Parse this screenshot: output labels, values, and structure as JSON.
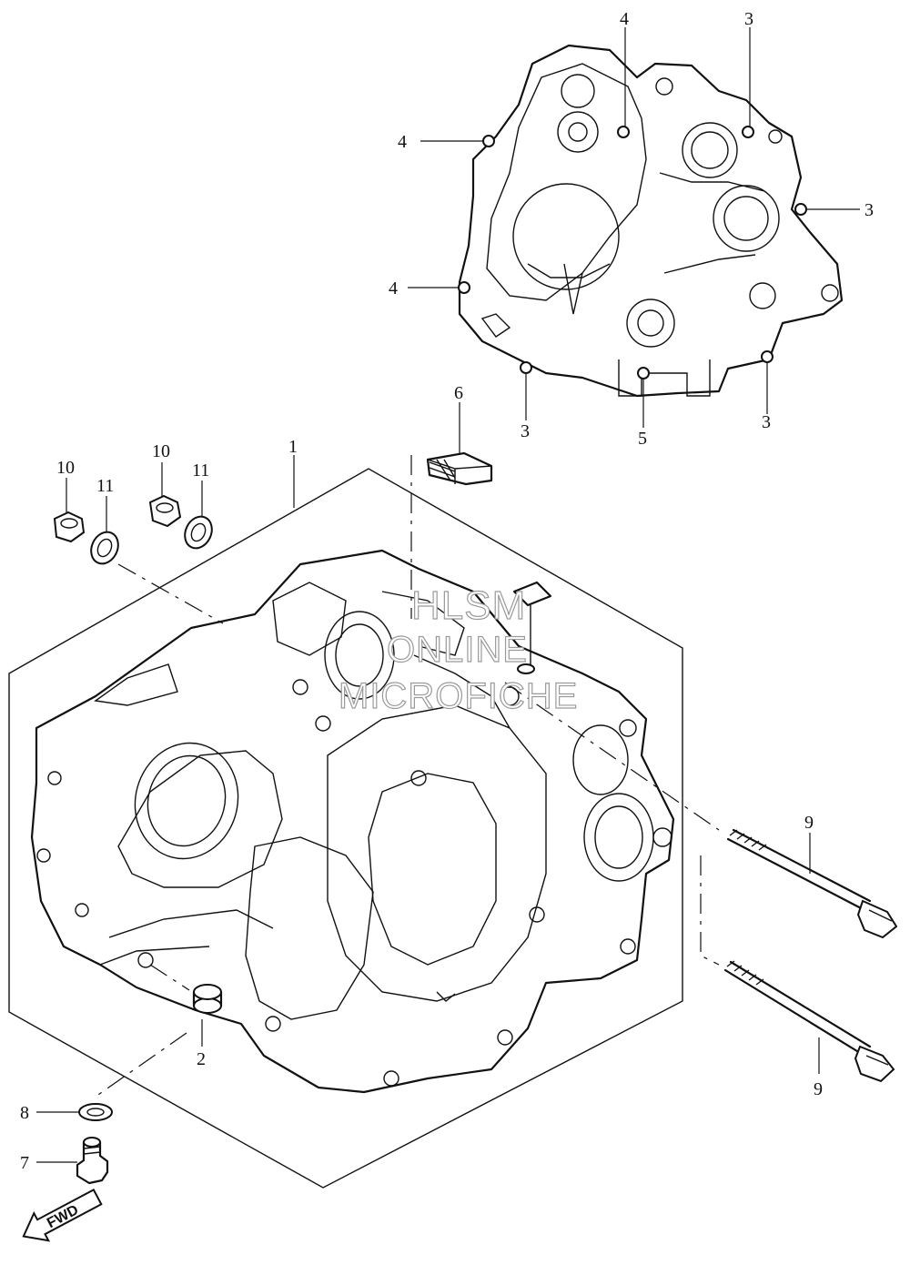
{
  "callouts": {
    "c1": "1",
    "c2": "2",
    "c3a": "3",
    "c3b": "3",
    "c3c": "3",
    "c3d": "3",
    "c4a": "4",
    "c4b": "4",
    "c4c": "4",
    "c5": "5",
    "c6": "6",
    "c7": "7",
    "c8": "8",
    "c9a": "9",
    "c9b": "9",
    "c10a": "10",
    "c10b": "10",
    "c11a": "11",
    "c11b": "11"
  },
  "watermark": {
    "line1": "HLSM",
    "line2": "ONLINE",
    "line3": "MICROFICHE"
  },
  "direction_badge": "FWD"
}
